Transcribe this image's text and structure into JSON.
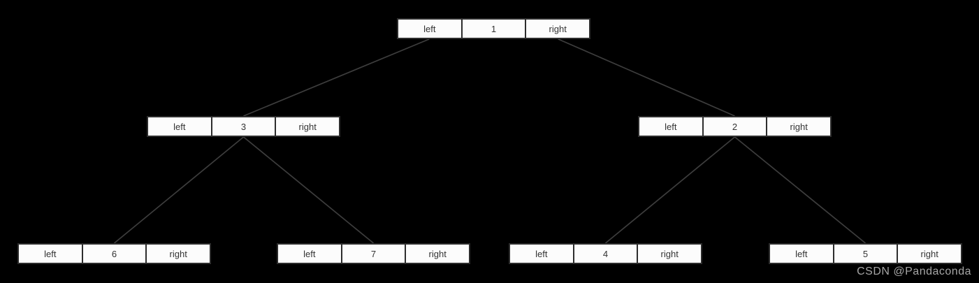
{
  "colors": {
    "background": "#000000",
    "node_fill": "#fcfcfc",
    "node_border": "#2d2d2d",
    "node_text": "#333333",
    "edge_line": "#3d3d3d",
    "watermark_text": "#a6a6a6"
  },
  "tree": {
    "nodes": [
      {
        "id": "1",
        "left_label": "left",
        "value": "1",
        "right_label": "right"
      },
      {
        "id": "3",
        "left_label": "left",
        "value": "3",
        "right_label": "right"
      },
      {
        "id": "2",
        "left_label": "left",
        "value": "2",
        "right_label": "right"
      },
      {
        "id": "6",
        "left_label": "left",
        "value": "6",
        "right_label": "right"
      },
      {
        "id": "7",
        "left_label": "left",
        "value": "7",
        "right_label": "right"
      },
      {
        "id": "4",
        "left_label": "left",
        "value": "4",
        "right_label": "right"
      },
      {
        "id": "5",
        "left_label": "left",
        "value": "5",
        "right_label": "right"
      }
    ],
    "edges": [
      {
        "parent": "1",
        "child": "3",
        "side": "left"
      },
      {
        "parent": "1",
        "child": "2",
        "side": "right"
      },
      {
        "parent": "3",
        "child": "6",
        "side": "left"
      },
      {
        "parent": "3",
        "child": "7",
        "side": "right"
      },
      {
        "parent": "2",
        "child": "4",
        "side": "left"
      },
      {
        "parent": "2",
        "child": "5",
        "side": "right"
      }
    ]
  },
  "watermark": {
    "text": "CSDN @Pandaconda"
  }
}
